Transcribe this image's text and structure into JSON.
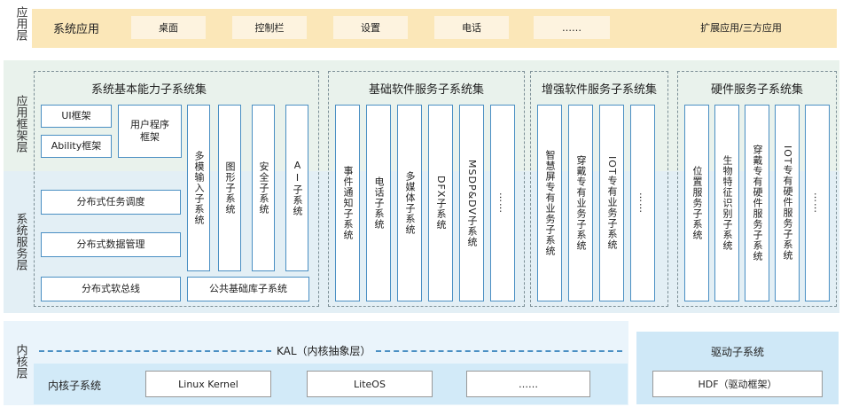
{
  "app_layer": {
    "label": "应用层",
    "system_apps_title": "系统应用",
    "apps": [
      "桌面",
      "控制栏",
      "设置",
      "电话",
      "……"
    ],
    "extended_apps": "扩展应用/三方应用"
  },
  "framework_layer": {
    "label": "应用框架层"
  },
  "service_layer": {
    "label": "系统服务层"
  },
  "basic_capability": {
    "title": "系统基本能力子系统集",
    "ui_framework": "UI框架",
    "ability_framework": "Ability框架",
    "user_program_framework": "用户程序框架",
    "vertical": [
      "多模输入子系统",
      "图形子系统",
      "安全子系统",
      "AI子系统"
    ],
    "distributed_task": "分布式任务调度",
    "distributed_data": "分布式数据管理",
    "distributed_bus": "分布式软总线",
    "common_lib": "公共基础库子系统"
  },
  "basic_software": {
    "title": "基础软件服务子系统集",
    "items": [
      "事件通知子系统",
      "电话子系统",
      "多媒体子系统",
      "DFX子系统",
      "MSDP&DV子系统",
      "……"
    ]
  },
  "enhanced_software": {
    "title": "增强软件服务子系统集",
    "items": [
      "智慧屏专有业务子系统",
      "穿戴专有业务子系统",
      "IOT专有业务子系统",
      "……"
    ]
  },
  "hardware_service": {
    "title": "硬件服务子系统集",
    "items": [
      "位置服务子系统",
      "生物特征识别子系统",
      "穿戴专有硬件服务子系统",
      "IOT专有硬件服务子系统",
      "……"
    ]
  },
  "kernel_layer": {
    "label": "内核层",
    "kal": "KAL（内核抽象层）",
    "kernel_subsystem": "内核子系统",
    "kernels": [
      "Linux Kernel",
      "LiteOS",
      "……"
    ],
    "driver_subsystem": "驱动子系统",
    "hdf": "HDF（驱动框架）"
  },
  "colors": {
    "app_band": "#fbe7b8",
    "framework_band": "#e9f2ec",
    "service_band": "#e3eff5",
    "kernel_band": "#dbeefa",
    "box_border": "#4a8fc3"
  }
}
